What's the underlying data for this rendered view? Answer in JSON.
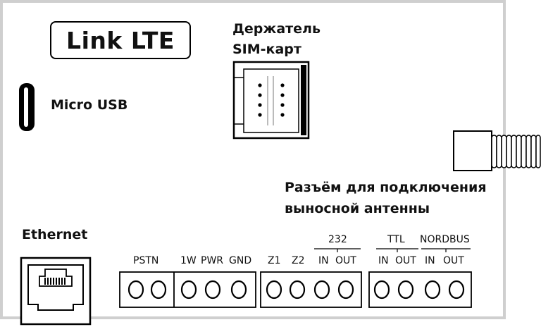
{
  "device_title": "Link LTE",
  "labels": {
    "sim_holder_line1": "Держатель",
    "sim_holder_line2": "SIM-карт",
    "micro_usb": "Micro USB",
    "antenna_line1": "Разъём для подключения",
    "antenna_line2": "выносной антенны",
    "ethernet": "Ethernet"
  },
  "terminal_groups": {
    "g232": "232",
    "gttl": "TTL",
    "gnordbus": "NORDBUS"
  },
  "terminal_labels": {
    "pstn": "PSTN",
    "onew": "1W",
    "pwr": "PWR",
    "gnd": "GND",
    "z1": "Z1",
    "z2": "Z2",
    "rs232_in": "IN",
    "rs232_out": "OUT",
    "ttl_in": "IN",
    "ttl_out": "OUT",
    "nordbus_in": "IN",
    "nordbus_out": "OUT"
  }
}
